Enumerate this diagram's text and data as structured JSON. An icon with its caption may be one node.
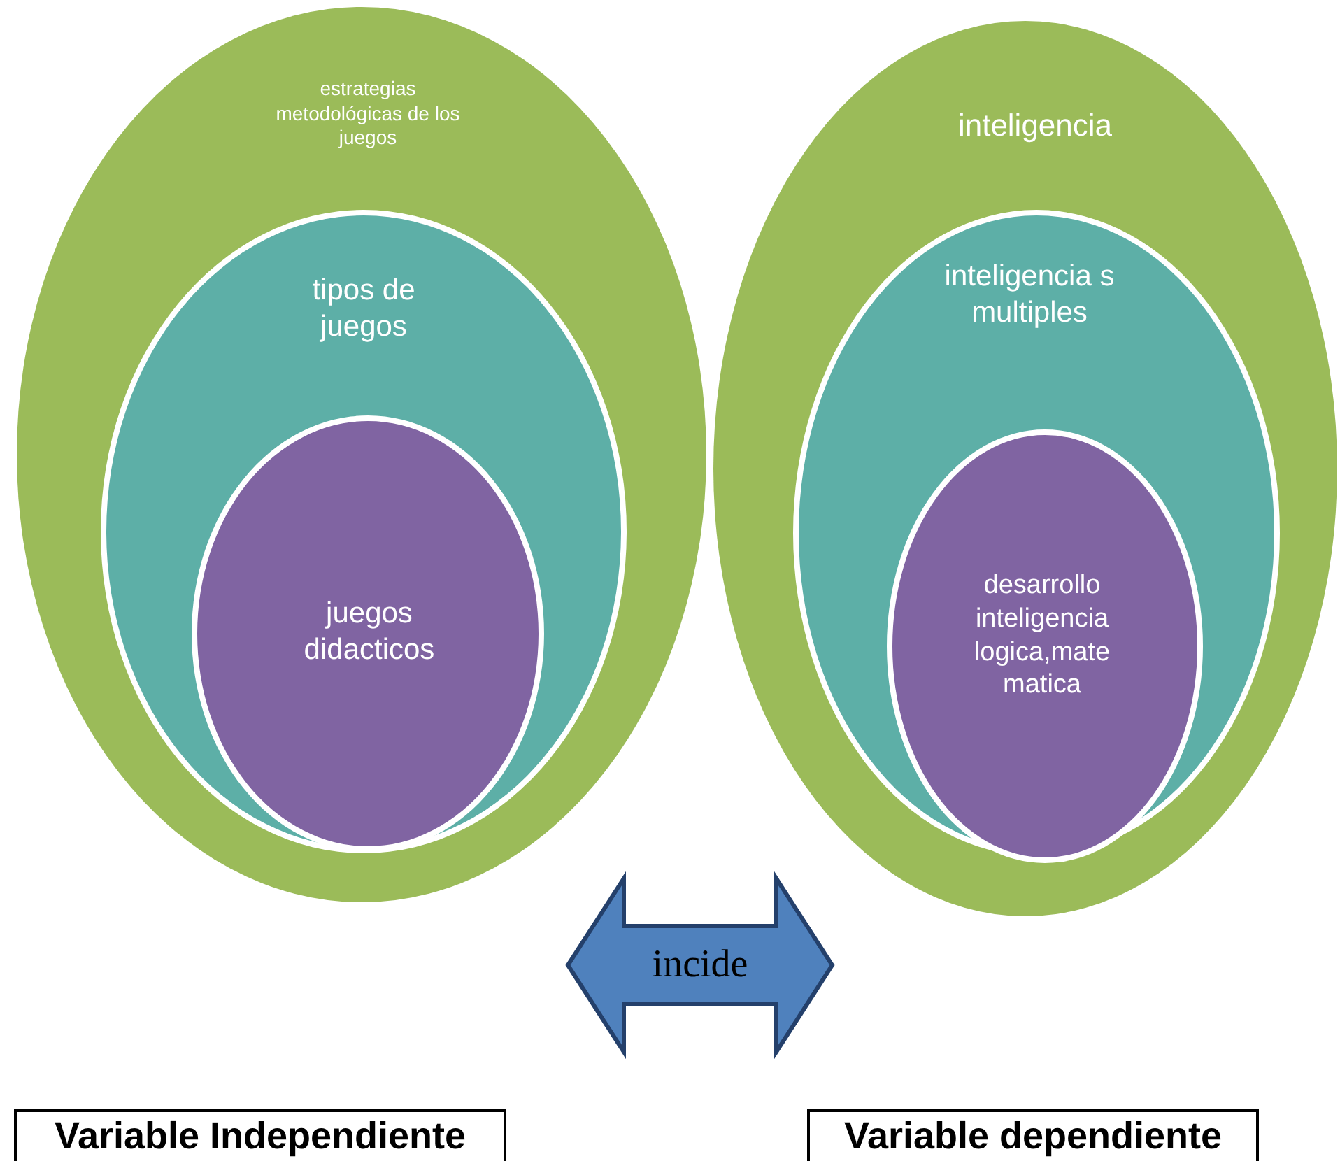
{
  "diagram": {
    "nodes": [
      {
        "text": [
          "estrategias metodológicas de los juegos"
        ]
      },
      {
        "text": [
          "tipos de juegos"
        ],
        "in": 0
      },
      {
        "text": [
          "juegos didacticos"
        ],
        "in": 1
      },
      {
        "text": [
          "inteligencia"
        ]
      },
      {
        "text": [
          "inteligencia s multiples"
        ],
        "in": 3
      },
      {
        "text": [
          "desarrollo inteligencia logica,mate matica"
        ],
        "in": 4
      },
      {
        "text": [
          "Variable Independiente"
        ]
      },
      {
        "text": [
          "Variable dependiente"
        ]
      }
    ],
    "edges": [
      {
        "from": 0,
        "to": 3,
        "arrow": "both",
        "label": "incide"
      }
    ]
  }
}
